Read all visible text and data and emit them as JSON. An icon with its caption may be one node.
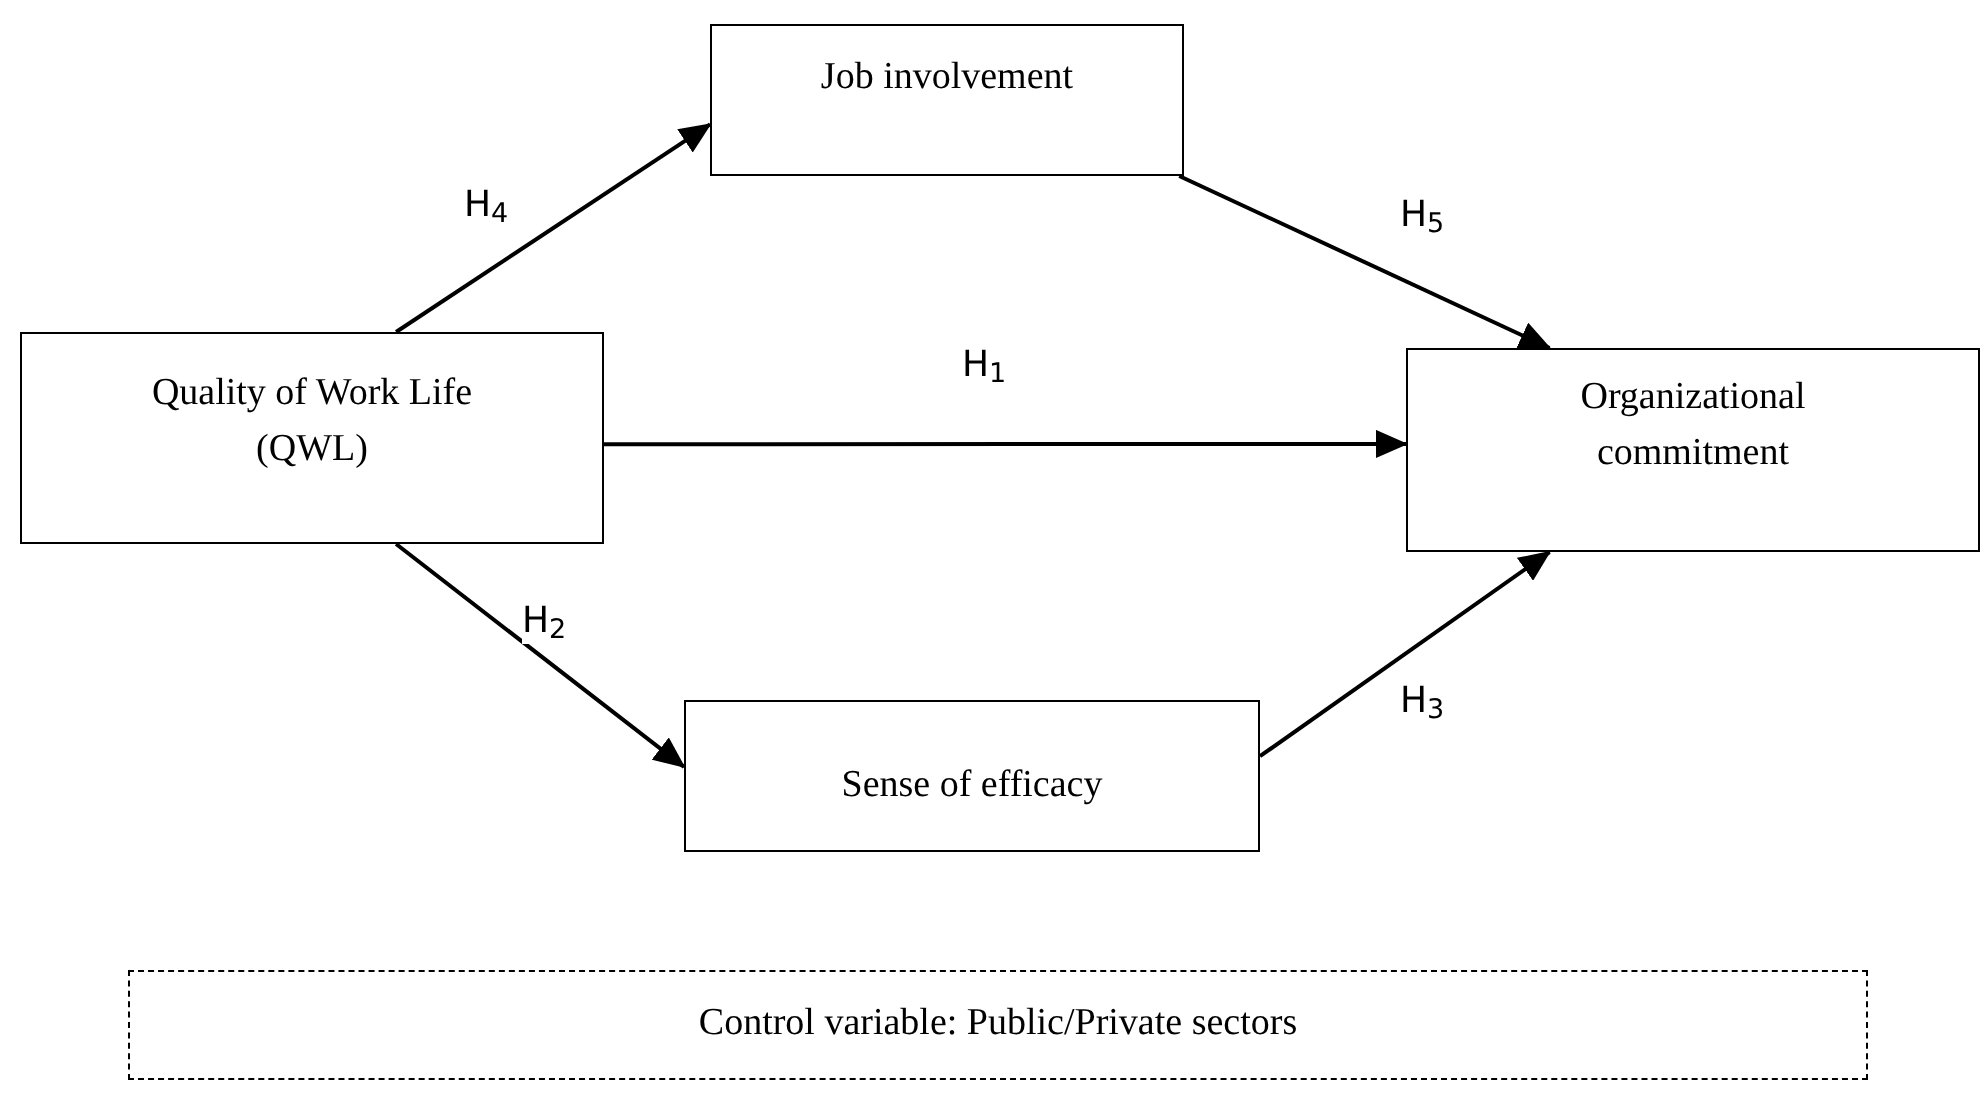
{
  "diagram": {
    "nodes": [
      {
        "text": [
          "Job involvement"
        ]
      },
      {
        "text": [
          "Quality of Work Life (QWL)"
        ]
      },
      {
        "text": [
          "Organizational commitment"
        ]
      },
      {
        "text": [
          "Sense of efficacy"
        ]
      },
      {
        "text": [
          "Control variable: Public/Private sectors"
        ]
      }
    ],
    "edges": [
      {
        "from": 1,
        "to": 0,
        "arrow": "to",
        "label": "H$_{4}$"
      },
      {
        "from": 0,
        "to": 2,
        "arrow": "to",
        "label": "H$_{5}$"
      },
      {
        "from": 1,
        "to": 2,
        "arrow": "to",
        "label": "H$_{1}$"
      },
      {
        "from": 1,
        "to": 3,
        "arrow": "to",
        "label": "H$_{2}$"
      },
      {
        "from": 3,
        "to": 2,
        "arrow": "to",
        "label": "H$_{3}$"
      }
    ]
  }
}
